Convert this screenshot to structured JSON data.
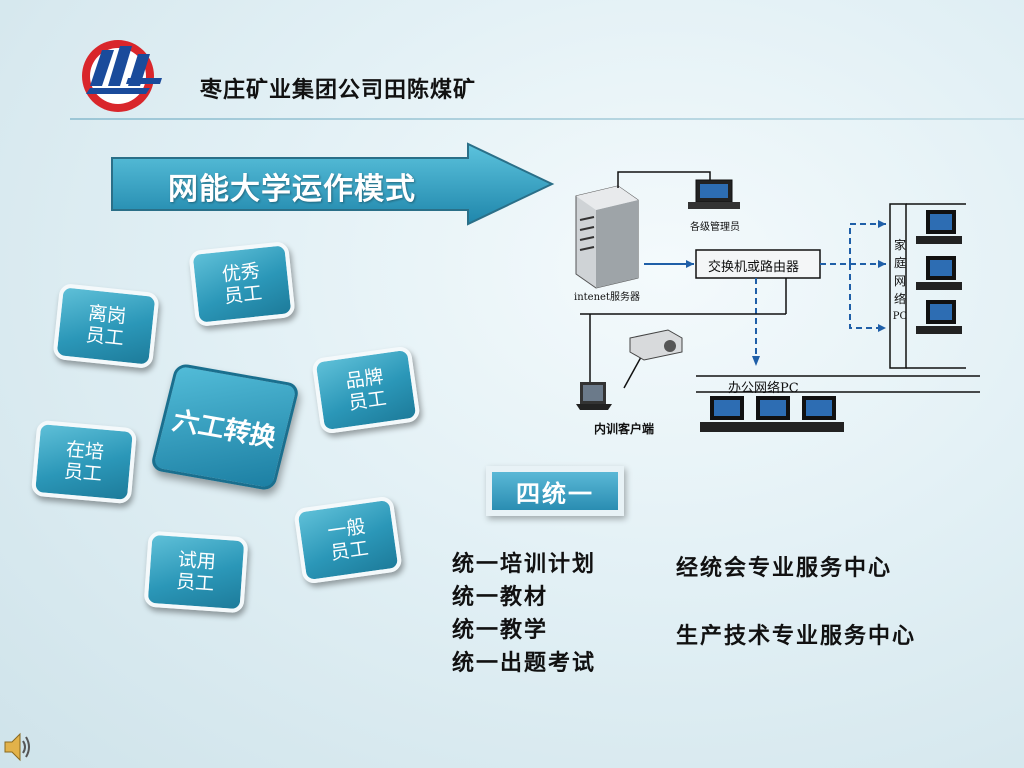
{
  "header": {
    "company_title": "枣庄矿业集团公司田陈煤矿"
  },
  "arrow": {
    "label": "网能大学运作模式"
  },
  "six_work": {
    "center_label": "六工转换",
    "tiles": [
      {
        "line1": "优秀",
        "line2": "员工"
      },
      {
        "line1": "离岗",
        "line2": "员工"
      },
      {
        "line1": "品牌",
        "line2": "员工"
      },
      {
        "line1": "在培",
        "line2": "员工"
      },
      {
        "line1": "一般",
        "line2": "员工"
      },
      {
        "line1": "试用",
        "line2": "员工"
      }
    ]
  },
  "unify": {
    "title": "四统一",
    "items": [
      "统一培训计划",
      "统一教材",
      "统一教学",
      "统一出题考试"
    ],
    "services": [
      "经统会专业服务中心",
      "生产技术专业服务中心"
    ]
  },
  "network": {
    "admin_label": "各级管理员",
    "server_label": "intenet服务器",
    "switch_label": "交换机或路由器",
    "home_label_chars": [
      "家",
      "庭",
      "网",
      "络",
      "PC"
    ],
    "office_label": "办公网络PC",
    "client_label": "内训客户端"
  },
  "colors": {
    "tile_blue": "#2b97b8",
    "arrow_blue": "#2a95b8",
    "dashed_blue": "#1f5fa8"
  }
}
